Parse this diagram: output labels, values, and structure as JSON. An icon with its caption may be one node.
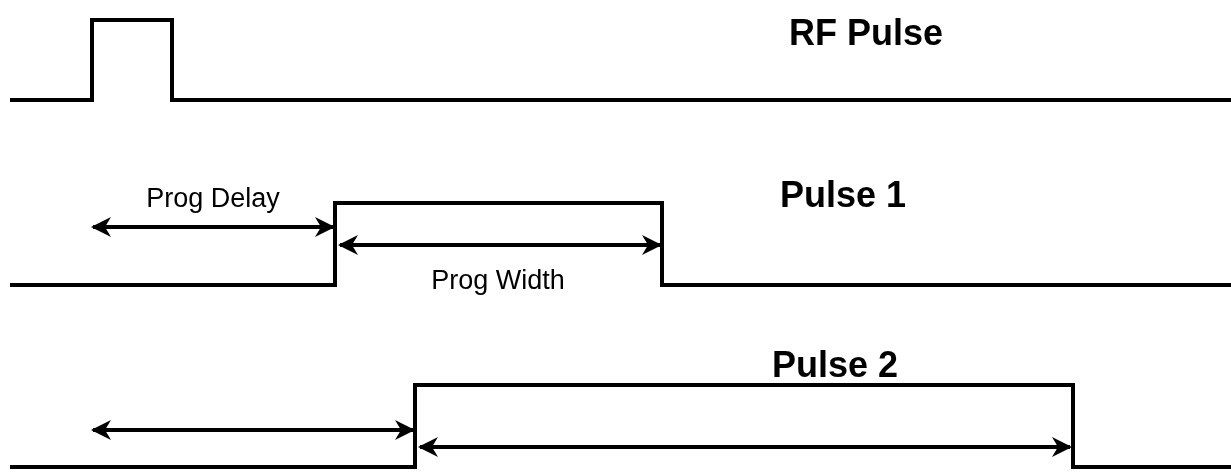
{
  "diagram": {
    "labels": [
      "RF Pulse",
      "Prog Delay",
      "Pulse 1",
      "Prog Width",
      "Pulse 2"
    ]
  }
}
